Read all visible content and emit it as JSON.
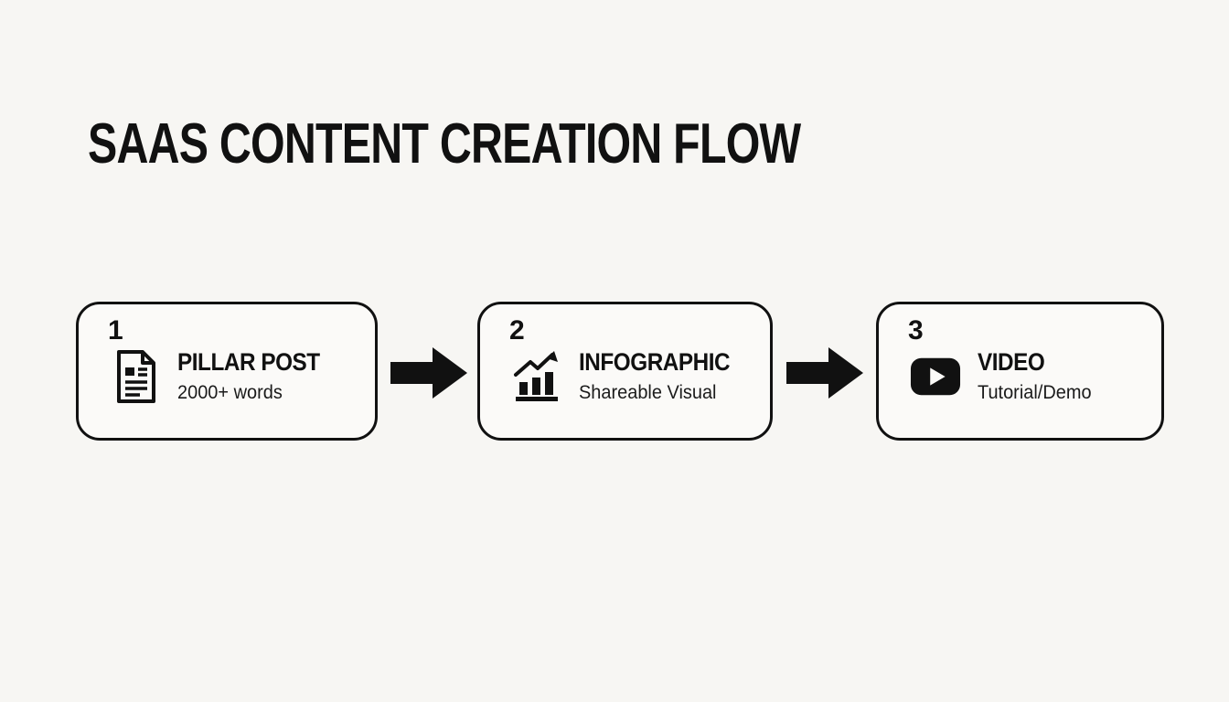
{
  "title": "SAAS CONTENT CREATION FLOW",
  "colors": {
    "background": "#f7f6f3",
    "foreground": "#111111",
    "card_background": "#fbfaf8"
  },
  "steps": [
    {
      "number": "1",
      "label": "PILLAR POST",
      "sublabel": "2000+ words",
      "icon": "document-icon"
    },
    {
      "number": "2",
      "label": "INFOGRAPHIC",
      "sublabel": "Shareable Visual",
      "icon": "bar-chart-growth-icon"
    },
    {
      "number": "3",
      "label": "VIDEO",
      "sublabel": "Tutorial/Demo",
      "icon": "video-play-icon"
    }
  ],
  "connectors": [
    {
      "type": "arrow-right"
    },
    {
      "type": "arrow-right"
    }
  ]
}
